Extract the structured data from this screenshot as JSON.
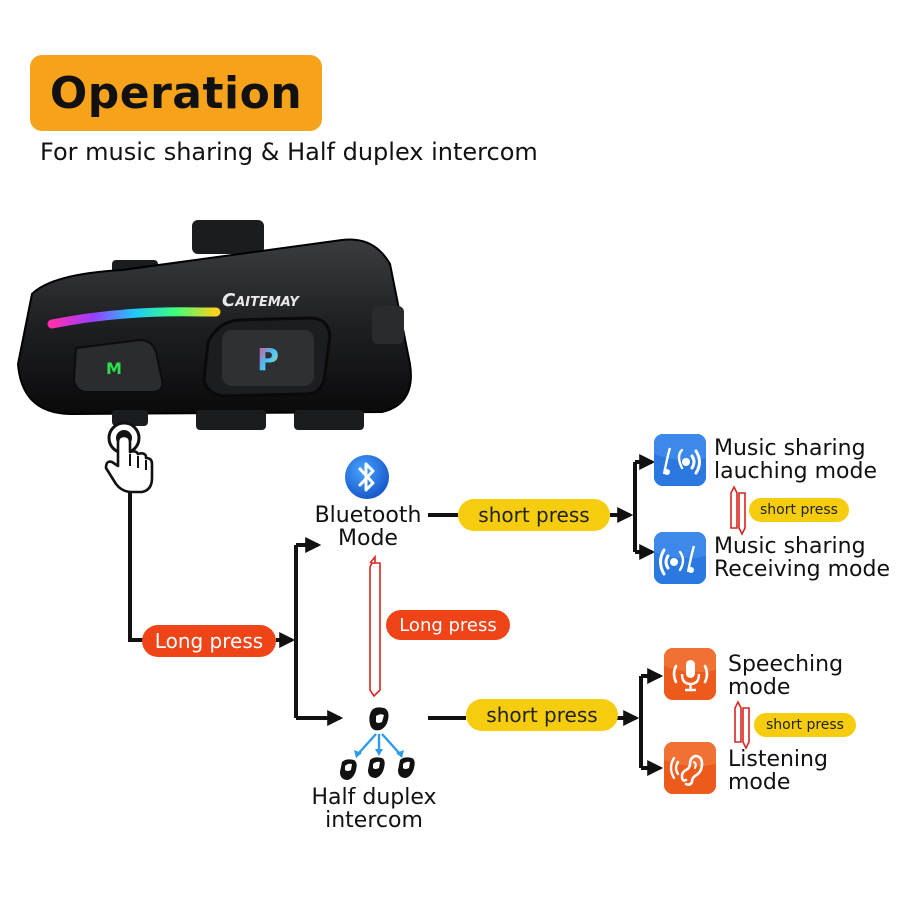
{
  "title": "Operation",
  "subtitle": "For music sharing & Half duplex intercom",
  "device": {
    "brand": "AITEMAY",
    "m_button": "M",
    "p_button": "P"
  },
  "nodes": {
    "long_press": "Long press",
    "bluetooth_mode": [
      "Bluetooth",
      "Mode"
    ],
    "half_duplex": [
      "Half duplex",
      "intercom"
    ],
    "bt_short_press": "short press",
    "center_long_press": "Long press",
    "hd_short_press": "short press",
    "music_launch": [
      "Music sharing",
      "lauching mode"
    ],
    "music_receive": [
      "Music sharing",
      "Receiving mode"
    ],
    "music_toggle": "short press",
    "speeching": [
      "Speeching",
      "mode"
    ],
    "listening": [
      "Listening",
      "mode"
    ],
    "voice_toggle": "short press"
  },
  "icons": {
    "bluetooth": "bluetooth-icon",
    "music_launch": "music-broadcast-icon",
    "music_receive": "music-receive-icon",
    "speeching": "microphone-icon",
    "listening": "ear-icon",
    "press": "finger-press-icon",
    "intercom": "intercom-group-icon"
  },
  "colors": {
    "title_badge": "#f7a21b",
    "short_press": "#f6cd0e",
    "long_press": "#ef4318",
    "music_icon": "#2a78e0",
    "voice_icon": "#ec5a1c",
    "toggle_arrow": "#d7261e"
  }
}
